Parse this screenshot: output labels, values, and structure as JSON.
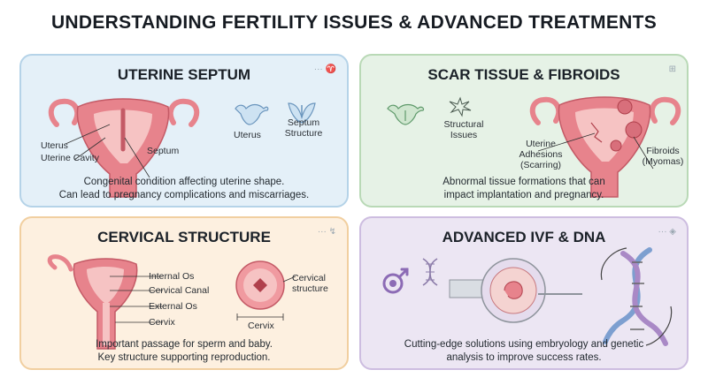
{
  "title": "UNDERSTANDING FERTILITY ISSUES & ADVANCED TREATMENTS",
  "panels": {
    "septum": {
      "title": "UTERINE SEPTUM",
      "labels": {
        "uterus": "Uterus",
        "uterine_cavity": "Uterine Cavity",
        "septum": "Septum",
        "uterus_small": "Uterus",
        "septum_structure": "Septum Structure"
      },
      "description_line1": "Congenital condition affecting uterine shape.",
      "description_line2": "Can lead to pregnancy complications and miscarriages.",
      "icon": "uterus-icon"
    },
    "scar": {
      "title": "SCAR TISSUE & FIBROIDS",
      "labels": {
        "structural_issues": "Structural Issues",
        "uterine_adhesions": "Uterine Adhesions (Scarring)",
        "fibroids": "Fibroids (Myomas)"
      },
      "description_line1": "Abnormal tissue formations that can",
      "description_line2": "impact implantation and pregnancy.",
      "icon": "first-aid-icon"
    },
    "cervix": {
      "title": "CERVICAL STRUCTURE",
      "labels": {
        "internal_os": "Internal Os",
        "cervical_canal": "Cervical Canal",
        "external_os": "External Os",
        "cervix": "Cervix",
        "cervical_structure": "Cervical structure",
        "cervix_bottom": "Cervix"
      },
      "description_line1": "Important passage for sperm and baby.",
      "description_line2": "Key structure supporting reproduction.",
      "icon": "sperm-icon"
    },
    "ivf": {
      "title": "ADVANCED IVF & DNA",
      "description_line1": "Cutting-edge solutions using embryology and genetic",
      "description_line2": "analysis to improve success rates.",
      "icon": "target-icon"
    }
  },
  "colors": {
    "uterus": "#e7838c",
    "uterus_light": "#f6c3c3",
    "septum_bg": "#e4f0f8",
    "scar_bg": "#e6f2e6",
    "cervix_bg": "#fdf0e0",
    "ivf_bg": "#ece6f3",
    "dna_blue": "#7d9fd0",
    "dna_purple": "#a989c6"
  }
}
